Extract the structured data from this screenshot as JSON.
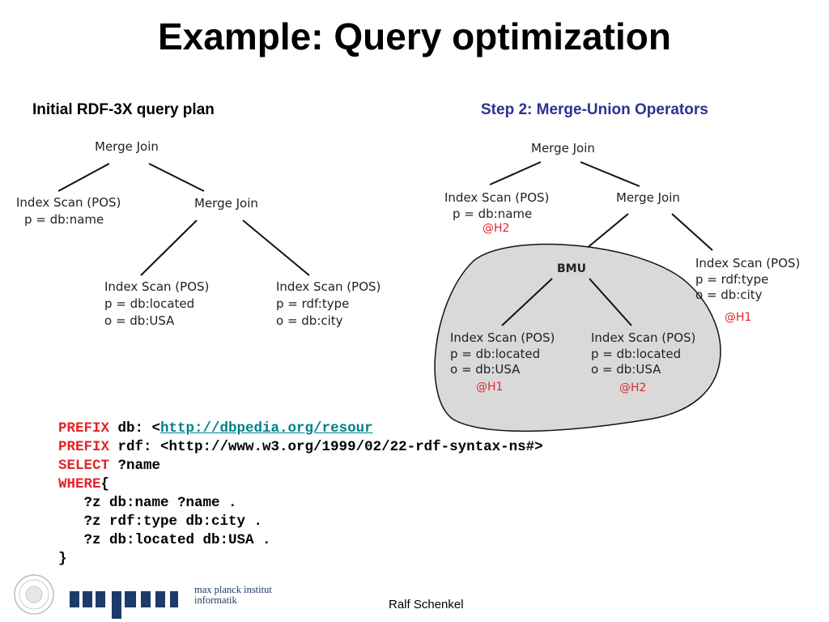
{
  "slide": {
    "title": "Example: Query optimization",
    "left_heading": "Initial RDF-3X query plan",
    "right_heading": "Step 2: Merge-Union Operators",
    "author": "Ralf Schenkel",
    "logo": {
      "name": "mpi",
      "line1": "max planck institut",
      "line2": "informatik"
    }
  },
  "left_tree": {
    "root": "Merge Join",
    "scan_name": {
      "l1": "Index Scan (POS)",
      "l2": "p = db:name"
    },
    "join2": "Merge Join",
    "scan_located": {
      "l1": "Index Scan (POS)",
      "l2": "p = db:located",
      "l3": "o = db:USA"
    },
    "scan_type": {
      "l1": "Index Scan (POS)",
      "l2": "p = rdf:type",
      "l3": "o = db:city"
    }
  },
  "right_tree": {
    "root": "Merge Join",
    "scan_name": {
      "l1": "Index Scan (POS)",
      "l2": "p = db:name",
      "tag": "@H2"
    },
    "join2": "Merge Join",
    "bmu": "BMU",
    "scan_type": {
      "l1": "Index Scan (POS)",
      "l2": "p = rdf:type",
      "l3": "o = db:city",
      "tag": "@H1"
    },
    "scan_loc1": {
      "l1": "Index Scan (POS)",
      "l2": "p = db:located",
      "l3": "o = db:USA",
      "tag": "@H1"
    },
    "scan_loc2": {
      "l1": "Index Scan (POS)",
      "l2": "p = db:located",
      "l3": "o = db:USA",
      "tag": "@H2"
    }
  },
  "query": {
    "l1_kw": "PREFIX",
    "l1_mid": " db: <",
    "l1_link": "http://dbpedia.org/resour",
    "l2_kw": "PREFIX",
    "l2_rest": " rdf: <http://www.w3.org/1999/02/22-rdf-syntax-ns#>",
    "l3_kw": "SELECT",
    "l3_rest": " ?name",
    "l4_kw": "WHERE",
    "l4_rest": "{",
    "l5": "   ?z db:name ?name .",
    "l6": "   ?z rdf:type db:city .",
    "l7": "   ?z db:located db:USA .",
    "l8": "}"
  }
}
